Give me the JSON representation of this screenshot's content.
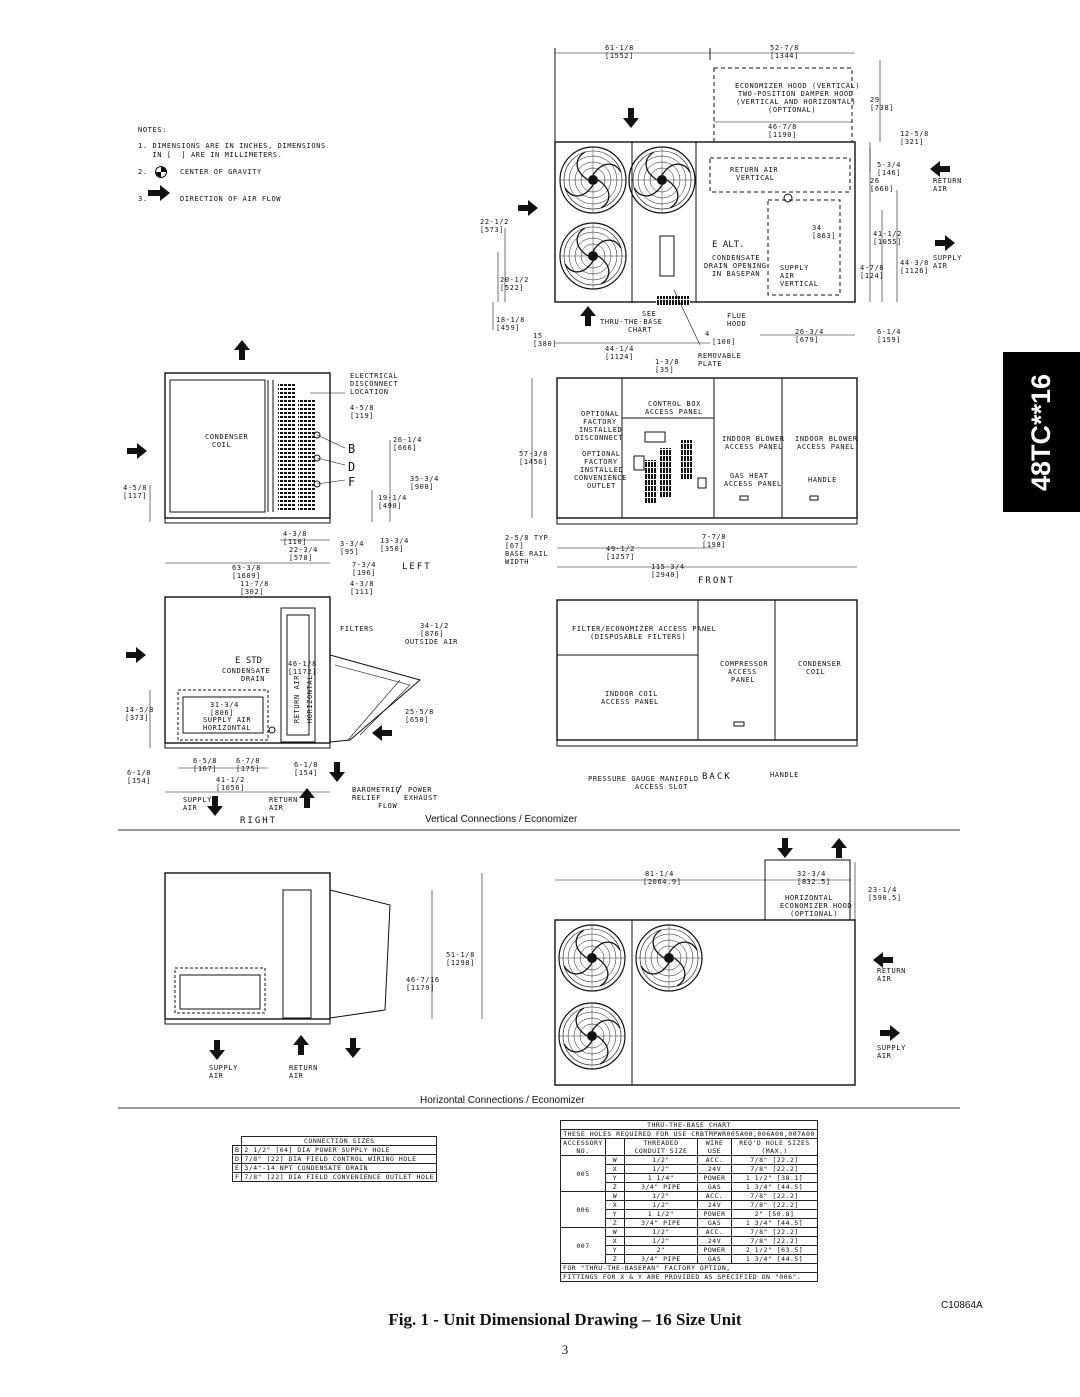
{
  "side_tab": "48TC**16",
  "notes": {
    "title": "NOTES:",
    "n1a": "1. DIMENSIONS ARE IN INCHES, DIMENSIONS",
    "n1b": "   IN [  ] ARE IN MILLIMETERS.",
    "n2": "CENTER OF GRAVITY",
    "n2num": "2.",
    "n3": "DIRECTION OF AIR FLOW",
    "n3num": "3."
  },
  "top_view": {
    "d61": "61-1/8",
    "d61mm": "[1552]",
    "d52": "52-7/8",
    "d52mm": "[1344]",
    "hood1": "ECONOMIZER HOOD (VERTICAL)",
    "hood2": "TWO-POSITION DAMPER HOOD",
    "hood3": "(VERTICAL AND HORIZONTAL)",
    "hood4": "(OPTIONAL)",
    "d29": "29",
    "d29mm": "[738]",
    "d46": "46-7/8",
    "d46mm": "[1190]",
    "d12": "12-5/8",
    "d12mm": "[321]",
    "d5": "5-3/4",
    "d5mm": "[146]",
    "d26": "26",
    "d26mm": "[660]",
    "ret1": "RETURN AIR",
    "ret2": "VERTICAL",
    "return_label1": "RETURN",
    "return_label2": "AIR",
    "d22": "22-1/2",
    "d22mm": "[573]",
    "d34": "34",
    "d34mm": "[863]",
    "d41": "41-1/2",
    "d41mm": "[1055]",
    "ealt": "E ALT.",
    "cd1": "CONDENSATE",
    "cd2": "DRAIN OPENING",
    "cd3": "IN BASEPAN",
    "sup1": "SUPPLY",
    "sup2": "AIR",
    "sup3": "VERTICAL",
    "d4": "4-7/8",
    "d4mm": "[124]",
    "d44": "44-3/8",
    "d44mm": "[1126]",
    "supply_label1": "SUPPLY",
    "supply_label2": "AIR",
    "d20": "20-1/2",
    "d20mm": "[522]",
    "see1": "SEE",
    "see2": "THRU-THE-BASE",
    "see3": "CHART",
    "flue1": "FLUE",
    "flue2": "HOOD",
    "d18": "18-1/8",
    "d18mm": "[459]",
    "d15": "15",
    "d15mm": "[380]",
    "d4b": "4",
    "d4bmm": "[100]",
    "d26b": "26-3/4",
    "d26bmm": "[679]",
    "d6": "6-1/4",
    "d6mm": "[159]",
    "d44b": "44-1/4",
    "d44bmm": "[1124]"
  },
  "left_view": {
    "elec1": "ELECTRICAL",
    "elec2": "DISCONNECT",
    "elec3": "LOCATION",
    "d4": "4-5/8",
    "d4mm": "[119]",
    "cond1": "CONDENSER",
    "cond2": "COIL",
    "d26": "26-1/4",
    "d26mm": "[666]",
    "b": "B",
    "d": "D",
    "f": "F",
    "d35": "35-3/4",
    "d35mm": "[908]",
    "d19": "19-1/4",
    "d19mm": "[490]",
    "d45": "4-5/8",
    "d45mm": "[117]",
    "d43": "4-3/8",
    "d43mm": "[110]",
    "d3": "3-3/4",
    "d3mm": "[95]",
    "d13": "13-3/4",
    "d13mm": "[350]",
    "d22": "22-3/4",
    "d22mm": "[578]",
    "d63": "63-3/8",
    "d63mm": "[1609]",
    "d7": "7-3/4",
    "d7mm": "[196]",
    "title": "LEFT"
  },
  "front_view": {
    "d13": "1-3/8",
    "d13mm": "[35]",
    "rem1": "REMOVABLE",
    "rem2": "PLATE",
    "cb1": "CONTROL BOX",
    "cb2": "ACCESS PANEL",
    "of1": "OPTIONAL",
    "of2": "FACTORY",
    "of3": "INSTALLED",
    "of4": "DISCONNECT",
    "ib1": "INDOOR BLOWER",
    "ib2": "ACCESS PANEL",
    "ib3": "INDOOR BLOWER",
    "ib4": "ACCESS PANEL",
    "d57": "57-3/8",
    "d57mm": "[1456]",
    "oc1": "OPTIONAL",
    "oc2": "FACTORY",
    "oc3": "INSTALLED",
    "oc4": "CONVENIENCE",
    "oc5": "OUTLET",
    "gh1": "GAS HEAT",
    "gh2": "ACCESS PANEL",
    "handle": "HANDLE",
    "d25": "2-5/8 TYP",
    "d25mm": "[67]",
    "br1": "BASE RAIL",
    "br2": "WIDTH",
    "d77": "7-7/8",
    "d77mm": "[198]",
    "d49": "49-1/2",
    "d49mm": "[1257]",
    "d115": "115-3/4",
    "d115mm": "[2940]",
    "title": "FRONT"
  },
  "right_view": {
    "d11": "11-7/8",
    "d11mm": "[302]",
    "d4": "4-3/8",
    "d4mm": "[111]",
    "filters": "FILTERS",
    "d34": "34-1/2",
    "d34mm": "[876]",
    "oa": "OUTSIDE AIR",
    "estd": "E STD",
    "cd1": "CONDENSATE",
    "cd2": "DRAIN",
    "d46": "46-1/8",
    "d46mm": "[1172]",
    "ra": "RETURN AIR",
    "hz": "HORIZONTAL",
    "d14": "14-5/8",
    "d14mm": "[373]",
    "d31": "31-3/4",
    "d31mm": "[806]",
    "sa1": "SUPPLY AIR",
    "sa2": "HORIZONTAL",
    "d25": "25-5/8",
    "d25mm": "[650]",
    "d65": "6-5/8",
    "d65mm": "[167]",
    "d67": "6-7/8",
    "d67mm": "[175]",
    "d61": "6-1/8",
    "d61mm": "[154]",
    "d61b": "6-1/8",
    "d61bmm": "[154]",
    "d41": "41-1/2",
    "d41mm": "[1056]",
    "supply1": "SUPPLY",
    "supply2": "AIR",
    "return1": "RETURN",
    "return2": "AIR",
    "baro1": "BAROMETRIC",
    "baro2": "RELIEF",
    "slash": "/",
    "pow1": "POWER",
    "pow2": "EXHAUST",
    "flow": "FLOW",
    "title": "RIGHT"
  },
  "back_view": {
    "f1": "FILTER/ECONOMIZER ACCESS PANEL",
    "f2": "(DISPOSABLE FILTERS)",
    "cp1": "COMPRESSOR",
    "cp2": "ACCESS",
    "cp3": "PANEL",
    "cc1": "CONDENSER",
    "cc2": "COIL",
    "ic1": "INDOOR COIL",
    "ic2": "ACCESS PANEL",
    "pg1": "PRESSURE GAUGE MANIFOLD",
    "pg2": "ACCESS SLOT",
    "title": "BACK",
    "handle": "HANDLE"
  },
  "vertical_caption": "Vertical Connections / Economizer",
  "horizontal": {
    "d81": "81-1/4",
    "d81mm": "[2064.9]",
    "d32": "32-3/4",
    "d32mm": "[832.5]",
    "d23": "23-1/4",
    "d23mm": "[590.5]",
    "he1": "HORIZONTAL",
    "he2": "ECONOMIZER HOOD",
    "he3": "(OPTIONAL)",
    "d51": "51-1/8",
    "d51mm": "[1298]",
    "d46": "46-7/16",
    "d46mm": "[1179]",
    "ret1": "RETURN",
    "ret2": "AIR",
    "sup1": "SUPPLY",
    "sup2": "AIR",
    "bsup1": "SUPPLY",
    "bsup2": "AIR",
    "bret1": "RETURN",
    "bret2": "AIR"
  },
  "horizontal_caption": "Horizontal Connections / Economizer",
  "connection_sizes": {
    "header": "CONNECTION SIZES",
    "rows": [
      [
        "B",
        "2 1/2\" [64] DIA POWER SUPPLY HOLE"
      ],
      [
        "D",
        "7/8\" [22] DIA FIELD CONTROL WIRING HOLE"
      ],
      [
        "E",
        "3/4\"-14 NPT CONDENSATE DRAIN"
      ],
      [
        "F",
        "7/8\" [22] DIA FIELD CONVENIENCE OUTLET HOLE"
      ]
    ]
  },
  "thru_base": {
    "title1": "THRU-THE-BASE CHART",
    "title2": "THESE HOLES REQUIRED FOR USE CRBTMPWR005A00,006A00,007A00",
    "headers": [
      "ACCESSORY NO.",
      "",
      "THREADED CONDUIT SIZE",
      "WIRE USE",
      "REQ'D HOLE SIZES (MAX.)"
    ],
    "groups": [
      {
        "no": "005",
        "rows": [
          [
            "W",
            "1/2\"",
            "ACC.",
            "7/8\" [22.2]"
          ],
          [
            "X",
            "1/2\"",
            "24V",
            "7/8\" [22.2]"
          ],
          [
            "Y",
            "1 1/4\"",
            "POWER",
            "1 1/2\" [38.1]"
          ],
          [
            "Z",
            "3/4\" PIPE",
            "GAS",
            "1 3/4\" [44.5]"
          ]
        ]
      },
      {
        "no": "006",
        "rows": [
          [
            "W",
            "1/2\"",
            "ACC.",
            "7/8\" [22.2]"
          ],
          [
            "X",
            "1/2\"",
            "24V",
            "7/8\" [22.2]"
          ],
          [
            "Y",
            "1 1/2\"",
            "POWER",
            "2\" [50.8]"
          ],
          [
            "Z",
            "3/4\" PIPE",
            "GAS",
            "1 3/4\" [44.5]"
          ]
        ]
      },
      {
        "no": "007",
        "rows": [
          [
            "W",
            "1/2\"",
            "ACC.",
            "7/8\" [22.2]"
          ],
          [
            "X",
            "1/2\"",
            "24V",
            "7/8\" [22.2]"
          ],
          [
            "Y",
            "2\"",
            "POWER",
            "2 1/2\" [63.5]"
          ],
          [
            "Z",
            "3/4\" PIPE",
            "GAS",
            "1 3/4\" [44.5]"
          ]
        ]
      }
    ],
    "foot1": "FOR \"THRU-THE-BASEPAN\" FACTORY OPTION,",
    "foot2": "FITTINGS FOR X & Y ARE PROVIDED AS SPECIFIED ON \"006\"."
  },
  "figure_id": "C10864A",
  "caption": "Fig. 1 - Unit Dimensional Drawing – 16 Size Unit",
  "page_number": "3"
}
